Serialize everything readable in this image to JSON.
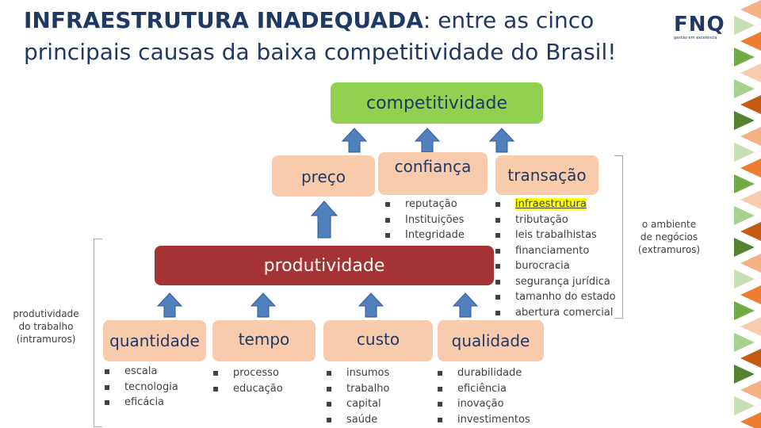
{
  "title": {
    "bold": "INFRAESTRUTURA INADEQUADA",
    "rest": ": entre as cinco",
    "line2": "principais causas da baixa competitividade do Brasil!"
  },
  "logo": {
    "main": "FNQ",
    "sub": "gestão em excelência"
  },
  "diagram": {
    "top": "competitividade",
    "middle": [
      {
        "label": "preço",
        "bullets": []
      },
      {
        "label": "confiança",
        "bullets": [
          "reputação",
          "Instituições",
          "Integridade"
        ]
      },
      {
        "label": "transação",
        "bullets": [
          "infraestrutura",
          "tributação",
          "leis trabalhistas",
          "financiamento",
          "burocracia",
          "segurança jurídica",
          "tamanho do estado",
          "abertura comercial"
        ]
      }
    ],
    "productivity": "produtividade",
    "bottom": [
      {
        "label": "quantidade",
        "bullets": [
          "escala",
          "tecnologia",
          "eficácia"
        ]
      },
      {
        "label": "tempo",
        "bullets": [
          "processo",
          "educação"
        ]
      },
      {
        "label": "custo",
        "bullets": [
          "insumos",
          "trabalho",
          "capital",
          "saúde"
        ]
      },
      {
        "label": "qualidade",
        "bullets": [
          "durabilidade",
          "eficiência",
          "inovação",
          "investimentos"
        ]
      }
    ],
    "left_note": [
      "produtividade",
      "do trabalho",
      "(intramuros)"
    ],
    "right_note": [
      "o ambiente",
      "de negócios",
      "(extramuros)"
    ]
  },
  "colors": {
    "green": "#92d050",
    "peach": "#f8cbad",
    "red": "#a33433",
    "arrow": "#4f81bd",
    "navy": "#1f3864"
  }
}
